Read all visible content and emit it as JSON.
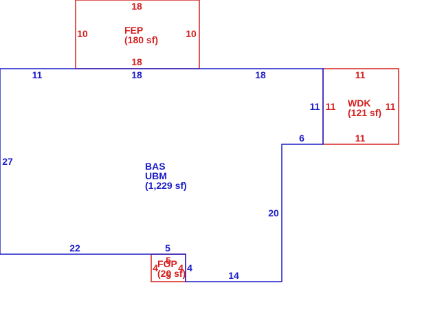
{
  "colors": {
    "base": "#1c1cc8",
    "addition": "#d42020"
  },
  "areas": {
    "fep": {
      "code": "FEP",
      "size": "(180 sf)",
      "dims": {
        "top": "18",
        "left": "10",
        "right": "10",
        "bottom": "18"
      }
    },
    "bas": {
      "code": "BAS",
      "subcode": "UBM",
      "size": "(1,229 sf)",
      "dims": {
        "top_left": "11",
        "top_mid": "18",
        "top_right": "18",
        "right_upper": "11",
        "step": "6",
        "right_lower": "20",
        "bottom_right": "14",
        "bottom_left": "22",
        "notch_top": "5",
        "notch_side": "4",
        "left": "27"
      }
    },
    "wdk": {
      "code": "WDK",
      "size": "(121 sf)",
      "dims": {
        "top": "11",
        "left": "11",
        "right": "11",
        "bottom": "11"
      }
    },
    "fop": {
      "code": "FOP",
      "size": "(20 sf)",
      "dims": {
        "top": "5",
        "left": "4",
        "right": "4",
        "bottom": "5"
      }
    }
  }
}
